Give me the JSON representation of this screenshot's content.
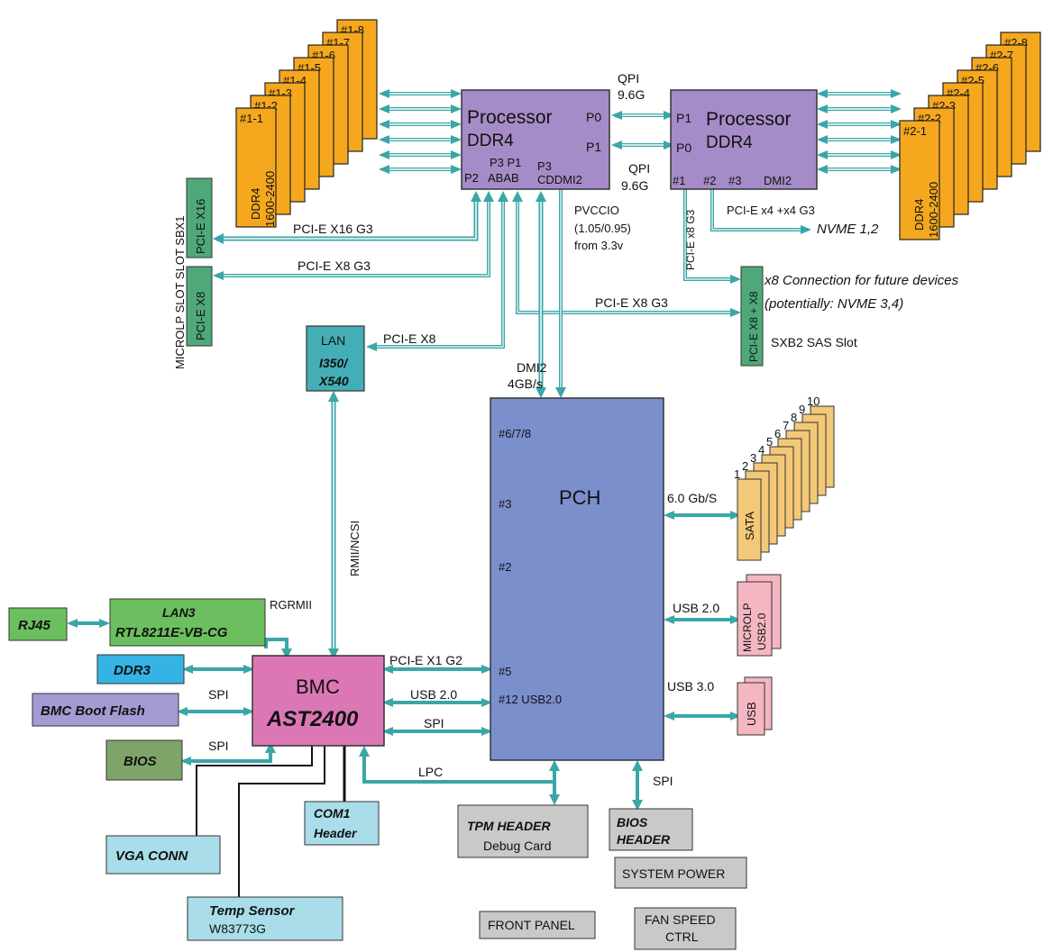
{
  "cpu1": {
    "title": "Processor",
    "mem": "DDR4",
    "p0": "P0",
    "p1": "P1",
    "ports": "P3 P1",
    "ab": "ABAB",
    "p2": "P2",
    "p3": "P3",
    "cd": "CDDMI2"
  },
  "cpu2": {
    "title": "Processor",
    "mem": "DDR4",
    "p1": "P1",
    "p0": "P0",
    "n1": "#1",
    "n2": "#2",
    "n3": "#3",
    "dmi": "DMI2"
  },
  "qpi_top": {
    "a": "QPI",
    "b": "9.6G"
  },
  "qpi_bottom": {
    "a": "QPI",
    "b": "9.6G"
  },
  "dimms_left": [
    "#1-1",
    "#1-2",
    "#1-3",
    "#1-4",
    "#1-5",
    "#1-6",
    "#1-7",
    "#1-8"
  ],
  "dimms_right": [
    "#2-1",
    "#2-2",
    "#2-3",
    "#2-4",
    "#2-5",
    "#2-6",
    "#2-7",
    "#2-8"
  ],
  "dimm_label": {
    "a": "DDR4",
    "b": "1600-2400"
  },
  "slot_x16": "PCI-E X16",
  "slot_x8": "PCI-E X8",
  "slot_sbx": "PCI-E X8 + X8",
  "slot_side_label": "MICROLP SLOT SLOT SBX1",
  "links": {
    "x16": "PCI-E X16 G3",
    "x8": "PCI-E X8 G3",
    "x8_right": "PCI-E X8 G3",
    "lan": "PCI-E X8",
    "x4": "PCI-E x4 +x4 G3",
    "x8g3_vert": "PCI-E x8 G3",
    "dmi_a": "DMI2",
    "dmi_b": "4GB/s",
    "pvccio_a": "PVCCIO",
    "pvccio_b": "(1.05/0.95)",
    "pvccio_c": "from 3.3v",
    "rmii": "RMII/NCSI",
    "rgrmii": "RGRMII",
    "pcie_x1": "PCI-E X1 G2",
    "usb20_bmc": "USB 2.0",
    "spi_bmc": "SPI",
    "lpc": "LPC",
    "spi_pch": "SPI",
    "spi_flash": "SPI",
    "spi_bios": "SPI",
    "sata_speed": "6.0 Gb/S",
    "usb20": "USB 2.0",
    "usb30": "USB 3.0"
  },
  "nvme": "NVME 1,2",
  "future": {
    "a": "x8 Connection for future devices",
    "b": "(potentially: NVME 3,4)"
  },
  "sxb2": "SXB2 SAS Slot",
  "lan": {
    "title": "LAN",
    "a": "I350/",
    "b": "X540"
  },
  "pch": {
    "title": "PCH",
    "p678": "#6/7/8",
    "p3": "#3",
    "p2": "#2",
    "p5": "#5",
    "p12": "#12 USB2.0"
  },
  "sata": {
    "label": "SATA",
    "nums": [
      "1",
      "2",
      "3",
      "4",
      "5",
      "6",
      "7",
      "8",
      "9",
      "10"
    ]
  },
  "microlp": {
    "a": "MICROLP",
    "b": "USB2.0"
  },
  "usb": "USB",
  "bmc": {
    "title": "BMC",
    "chip": "AST2400"
  },
  "rj45": "RJ45",
  "lan3": {
    "a": "LAN3",
    "b": "RTL8211E-VB-CG"
  },
  "ddr3": "DDR3",
  "flash": "BMC Boot Flash",
  "bios": "BIOS",
  "vga": "VGA CONN",
  "temp": {
    "a": "Temp Sensor",
    "b": "W83773G"
  },
  "com1": {
    "a": "COM1",
    "b": "Header"
  },
  "tpm": {
    "a": "TPM HEADER",
    "b": "Debug Card"
  },
  "bios_header": {
    "a": "BIOS",
    "b": "HEADER"
  },
  "system_power": "SYSTEM POWER",
  "front_panel": "FRONT PANEL",
  "fan": {
    "a": "FAN SPEED",
    "b": "CTRL"
  }
}
